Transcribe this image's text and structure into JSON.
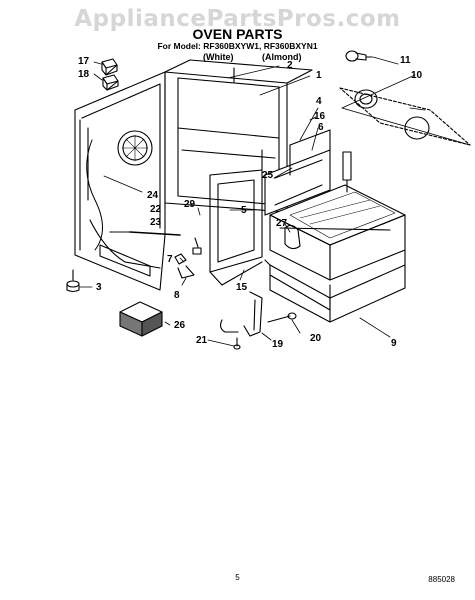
{
  "watermark": "AppliancePartsPros.com",
  "title": "OVEN PARTS",
  "model_line": "For Model: RF360BXYW1, RF360BXYN1",
  "variants": [
    "(White)",
    "(Almond)"
  ],
  "callouts": [
    {
      "id": "c1",
      "label": "1"
    },
    {
      "id": "c2",
      "label": "2"
    },
    {
      "id": "c3",
      "label": "3"
    },
    {
      "id": "c4",
      "label": "4"
    },
    {
      "id": "c5",
      "label": "5"
    },
    {
      "id": "c6",
      "label": "6"
    },
    {
      "id": "c7",
      "label": "7"
    },
    {
      "id": "c8",
      "label": "8"
    },
    {
      "id": "c9",
      "label": "9"
    },
    {
      "id": "c10",
      "label": "10"
    },
    {
      "id": "c11",
      "label": "11"
    },
    {
      "id": "c15",
      "label": "15"
    },
    {
      "id": "c16",
      "label": "16"
    },
    {
      "id": "c17",
      "label": "17"
    },
    {
      "id": "c18",
      "label": "18"
    },
    {
      "id": "c19",
      "label": "19"
    },
    {
      "id": "c20",
      "label": "20"
    },
    {
      "id": "c21",
      "label": "21"
    },
    {
      "id": "c22",
      "label": "22"
    },
    {
      "id": "c23",
      "label": "23"
    },
    {
      "id": "c24",
      "label": "24"
    },
    {
      "id": "c25",
      "label": "25"
    },
    {
      "id": "c26",
      "label": "26"
    },
    {
      "id": "c27",
      "label": "27"
    },
    {
      "id": "c29",
      "label": "29"
    }
  ],
  "footer": {
    "page_number": "5",
    "doc_code": "885028"
  }
}
